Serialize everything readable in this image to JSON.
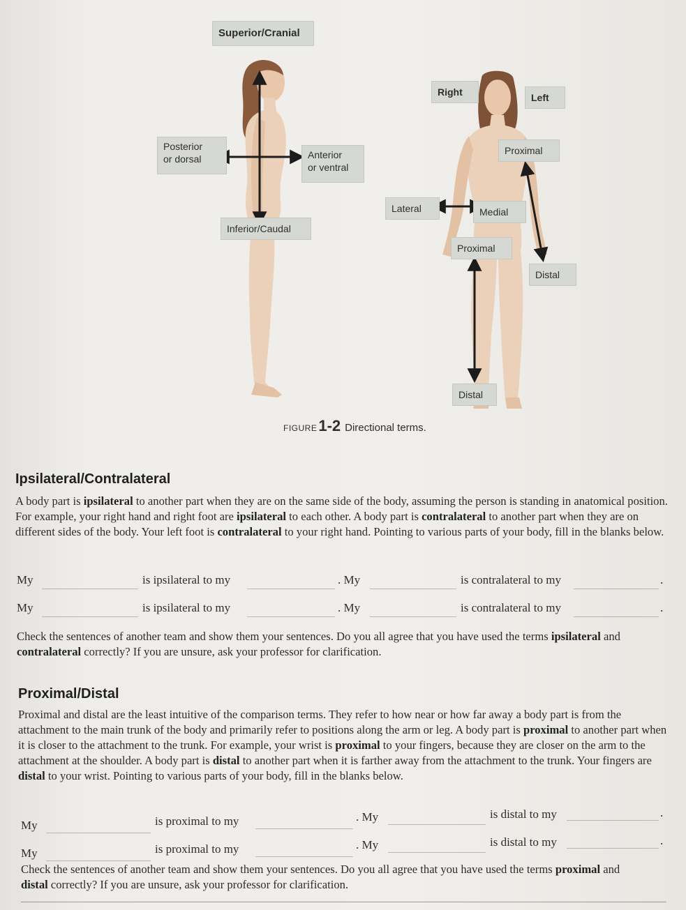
{
  "figure": {
    "labels": {
      "superior": "Superior/Cranial",
      "posterior_line1": "Posterior",
      "posterior_line2": "or dorsal",
      "anterior_line1": "Anterior",
      "anterior_line2": "or ventral",
      "inferior": "Inferior/Caudal",
      "right": "Right",
      "left": "Left",
      "proximal_arm": "Proximal",
      "lateral": "Lateral",
      "medial": "Medial",
      "proximal_leg": "Proximal",
      "distal_arm": "Distal",
      "distal_leg": "Distal"
    },
    "caption": {
      "prefix": "FIGURE",
      "number": "1-2",
      "text": "Directional terms."
    }
  },
  "section1": {
    "heading": "Ipsilateral/Contralateral",
    "p1": "A body part is ",
    "t_ipsi": "ipsilateral",
    "p2": " to another part when they are on the same side of the body, assuming the person is standing in anatomical position. For example, your right hand and right foot are ",
    "t_ipsi2": "ipsilateral",
    "p3": " to each other. A body part is ",
    "t_contra": "contralateral",
    "p4": " to another part when they are on different sides of the body. Your left foot is ",
    "t_contra2": "contralateral",
    "p5": " to your right hand. Pointing to various parts of your body, fill in the blanks below.",
    "row_my": "My",
    "row_is_ipsi": "is ipsilateral to my",
    "row_dot_my": ". My",
    "row_is_contra": "is contralateral to my",
    "row_period": ".",
    "check1": "Check the sentences of another team and show them your sentences. Do you all agree that you have used the terms ",
    "check_ipsi": "ipsilateral",
    "check_and": " and ",
    "check_contra": "contralateral",
    "check2": " correctly? If you are unsure, ask your professor for clarification."
  },
  "section2": {
    "heading": "Proximal/Distal",
    "p1": "Proximal and distal are the least intuitive of the comparison terms. They refer to how near or how far away a body part is from the attachment to the main trunk of the body and primarily refer to positions along the arm or leg. A body part is ",
    "t_prox": "proximal",
    "p2": " to another part when it is closer to the attachment to the trunk. For example, your wrist is ",
    "t_prox2": "proximal",
    "p3": " to your fingers, because they are closer on the arm to the attachment at the shoulder. A body part is ",
    "t_dist": "distal",
    "p4": " to another part when it is farther away from the attachment to the trunk. Your fingers are ",
    "t_dist2": "distal",
    "p5": " to your wrist. Pointing to various parts of your body, fill in the blanks below.",
    "row_my": "My",
    "row_is_prox": "is proximal to my",
    "row_dot_my": ". My",
    "row_is_dist": "is distal to my",
    "row_period": ".",
    "check1": "Check the sentences of another team and show them your sentences. Do you all agree that you have used the terms ",
    "check_prox": "proximal",
    "check_and": " and ",
    "check_dist": "distal",
    "check2": " correctly? If you are unsure, ask your professor for clarification."
  }
}
